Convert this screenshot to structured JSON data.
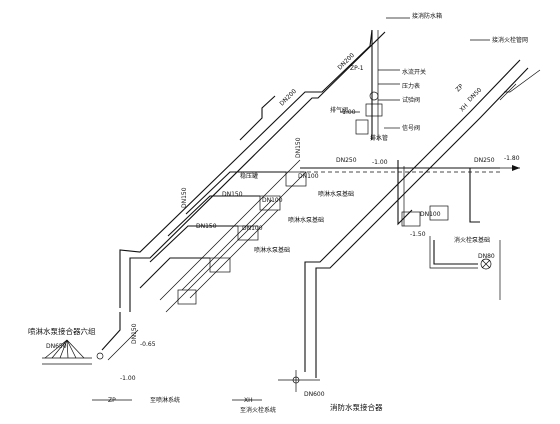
{
  "labels": {
    "sprinkler_connector_title": "喷淋水泵接合器六组",
    "fire_connector_title": "消防水泵接合器",
    "pressure_tank": "稳压罐",
    "signal_valve": "信号阀",
    "flow_switch": "水流开关",
    "pressure_gauge": "压力表",
    "test_valve": "试验阀",
    "drain_pipe": "排水管",
    "roof_vent": "排气阀",
    "fire_tank_note": "接消防水箱",
    "sprinkler_pump_a": "喷淋水泵基础",
    "sprinkler_pump_b": "喷淋水泵基础",
    "hydrant_pump": "消火栓泵基础",
    "to_sprinkler_system": "至喷淋系统",
    "to_hydrant_system": "至消火栓系统",
    "to_hydrant_riser": "接消火栓管网"
  },
  "pipe_sizes": {
    "main_dn200_a": "DN200",
    "main_dn200_b": "DN200",
    "main_dn150": "DN150",
    "dn250_a": "DN250",
    "dn250_b": "DN250",
    "dn100_a": "DN100",
    "dn100_b": "DN100",
    "dn100_c": "DN100",
    "dn100_d": "DN100",
    "dn150_a": "DN150",
    "dn150_b": "DN150",
    "dn150_c": "DN150",
    "dn150_d": "DN150",
    "dn80": "DN80",
    "dn650": "DN650",
    "dn600": "DN600",
    "dn50": "DN50"
  },
  "elevations": {
    "e1": "-1.00",
    "e2": "-1.80",
    "e3": "-1.00",
    "e4": "-0.65",
    "e5": "-1.50",
    "e6": "-1.00"
  },
  "pipe_codes": {
    "c1": "ZP",
    "c2": "ZP",
    "c3": "XH",
    "c4": "XH",
    "c5": "ZP-1"
  }
}
